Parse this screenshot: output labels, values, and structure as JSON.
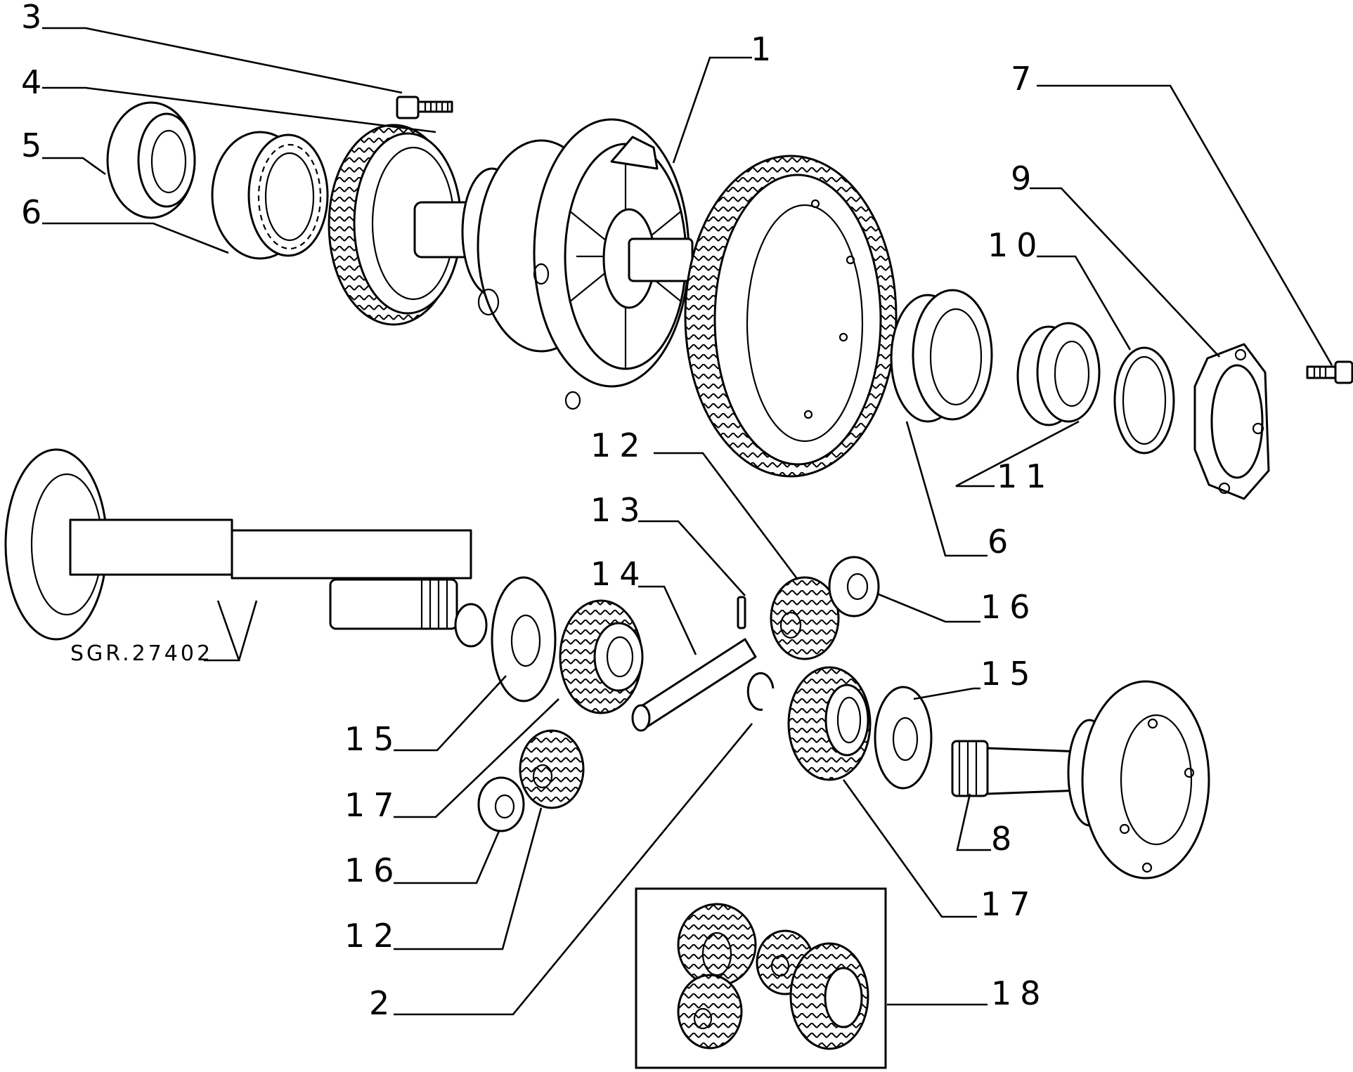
{
  "callouts": {
    "c1": "1",
    "c2": "2",
    "c3": "3",
    "c4": "4",
    "c5": "5",
    "c6a": "6",
    "c6b": "6",
    "c7": "7",
    "c8": "8",
    "c9": "9",
    "c10": "10",
    "c11": "11",
    "c12a": "12",
    "c12b": "12",
    "c13": "13",
    "c14": "14",
    "c15a": "15",
    "c15b": "15",
    "c16a": "16",
    "c16b": "16",
    "c17a": "17",
    "c17b": "17",
    "c18": "18"
  },
  "drawing_code": "SGR.27402"
}
